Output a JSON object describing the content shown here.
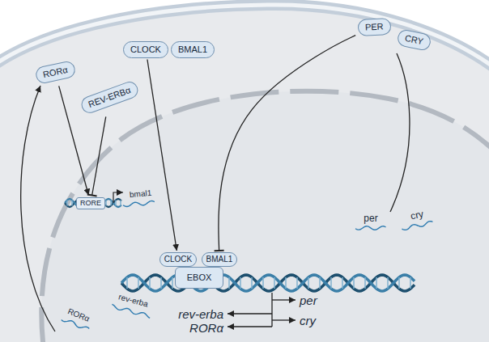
{
  "diagram": {
    "nodes": [
      {
        "text": [
          "PER"
        ]
      },
      {
        "text": [
          "CRY"
        ]
      },
      {
        "text": [
          "CLOCK"
        ]
      },
      {
        "text": [
          "BMAL1"
        ]
      },
      {
        "text": [
          "RORα"
        ]
      },
      {
        "text": [
          "REV-ERBα"
        ]
      },
      {
        "text": [
          "RORE"
        ]
      },
      {
        "text": [
          "CLOCK"
        ]
      },
      {
        "text": [
          "BMAL1"
        ]
      },
      {
        "text": [
          "EBOX"
        ]
      }
    ],
    "edges": [
      {
        "from": 2,
        "to": 7,
        "arrow": "to"
      },
      {
        "from": 0,
        "to": 8,
        "arrow": "to"
      },
      {
        "from": 4,
        "to": 6,
        "arrow": "to"
      },
      {
        "from": 5,
        "to": 6,
        "arrow": "to"
      }
    ],
    "labels": [
      "bmal1",
      "per",
      "cry",
      "rev-erba",
      "RORα",
      "rev-erba",
      "RORα",
      "per",
      "cry"
    ]
  }
}
